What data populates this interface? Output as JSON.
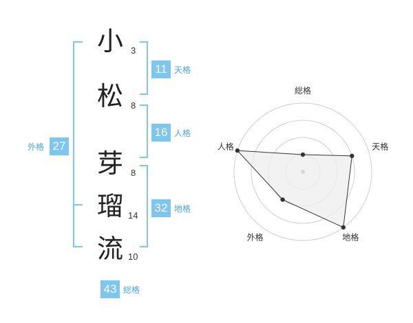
{
  "name": {
    "chars": [
      {
        "char": "小",
        "strokes": "3"
      },
      {
        "char": "松",
        "strokes": "8"
      },
      {
        "char": "芽",
        "strokes": "8"
      },
      {
        "char": "瑠",
        "strokes": "14"
      },
      {
        "char": "流",
        "strokes": "10"
      }
    ]
  },
  "grades": {
    "tenkaku": {
      "value": "11",
      "label": "天格"
    },
    "jinkaku": {
      "value": "16",
      "label": "人格"
    },
    "chikaku": {
      "value": "32",
      "label": "地格"
    },
    "gaikaku": {
      "value": "27",
      "label": "外格"
    },
    "soukaku": {
      "value": "43",
      "label": "総格"
    }
  },
  "radar": {
    "labels": [
      "総格",
      "天格",
      "地格",
      "外格",
      "人格"
    ],
    "levels": 4,
    "max": 4,
    "values": [
      1,
      3,
      4,
      2,
      4
    ]
  },
  "colors": {
    "accent": "#7cc6ef",
    "label": "#4aa8e0",
    "radar_fill": "#eeeeee",
    "radar_line": "#333333"
  }
}
